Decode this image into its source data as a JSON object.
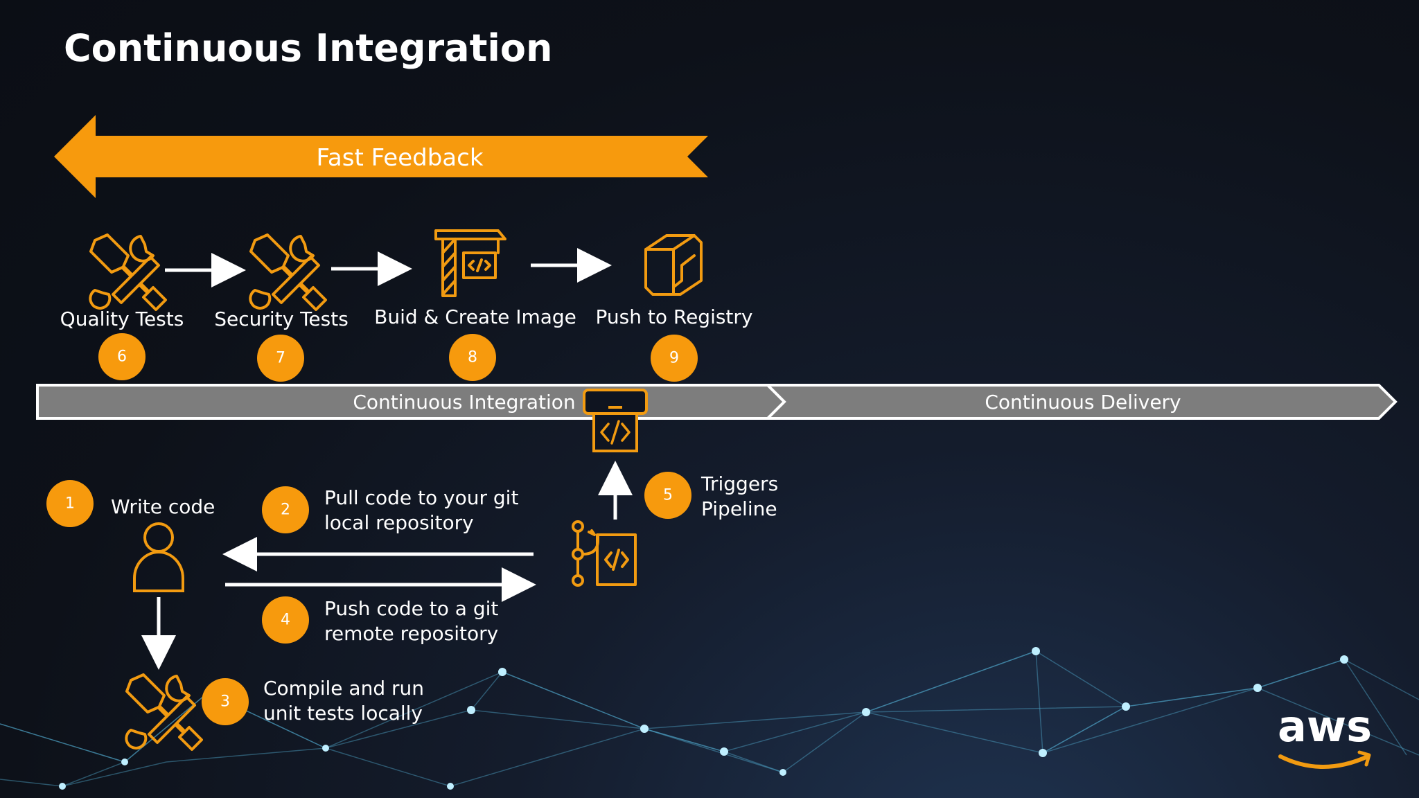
{
  "title": "Continuous Integration",
  "feedback_banner": {
    "label": "Fast Feedback"
  },
  "stages": [
    {
      "label": "Quality Tests",
      "number": "6",
      "icon": "tools-icon"
    },
    {
      "label": "Security Tests",
      "number": "7",
      "icon": "tools-icon"
    },
    {
      "label": "Buid & Create Image",
      "number": "8",
      "icon": "build-crane-icon"
    },
    {
      "label": "Push to Registry",
      "number": "9",
      "icon": "registry-box-icon"
    }
  ],
  "pipeline_bar": {
    "ci_label": "Continuous Integration",
    "cd_label": "Continuous Delivery"
  },
  "steps": [
    {
      "number": "1",
      "line1": "Write code",
      "line2": ""
    },
    {
      "number": "2",
      "line1": "Pull code to your git",
      "line2": "local repository"
    },
    {
      "number": "3",
      "line1": "Compile and run",
      "line2": "unit tests locally"
    },
    {
      "number": "4",
      "line1": "Push code to a git",
      "line2": "remote repository"
    },
    {
      "number": "5",
      "line1": "Triggers",
      "line2": "Pipeline"
    }
  ],
  "logo": {
    "text": "aws"
  },
  "colors": {
    "accent": "#f29b11",
    "bar": "#7d7d7d",
    "background": "#0d1119"
  }
}
